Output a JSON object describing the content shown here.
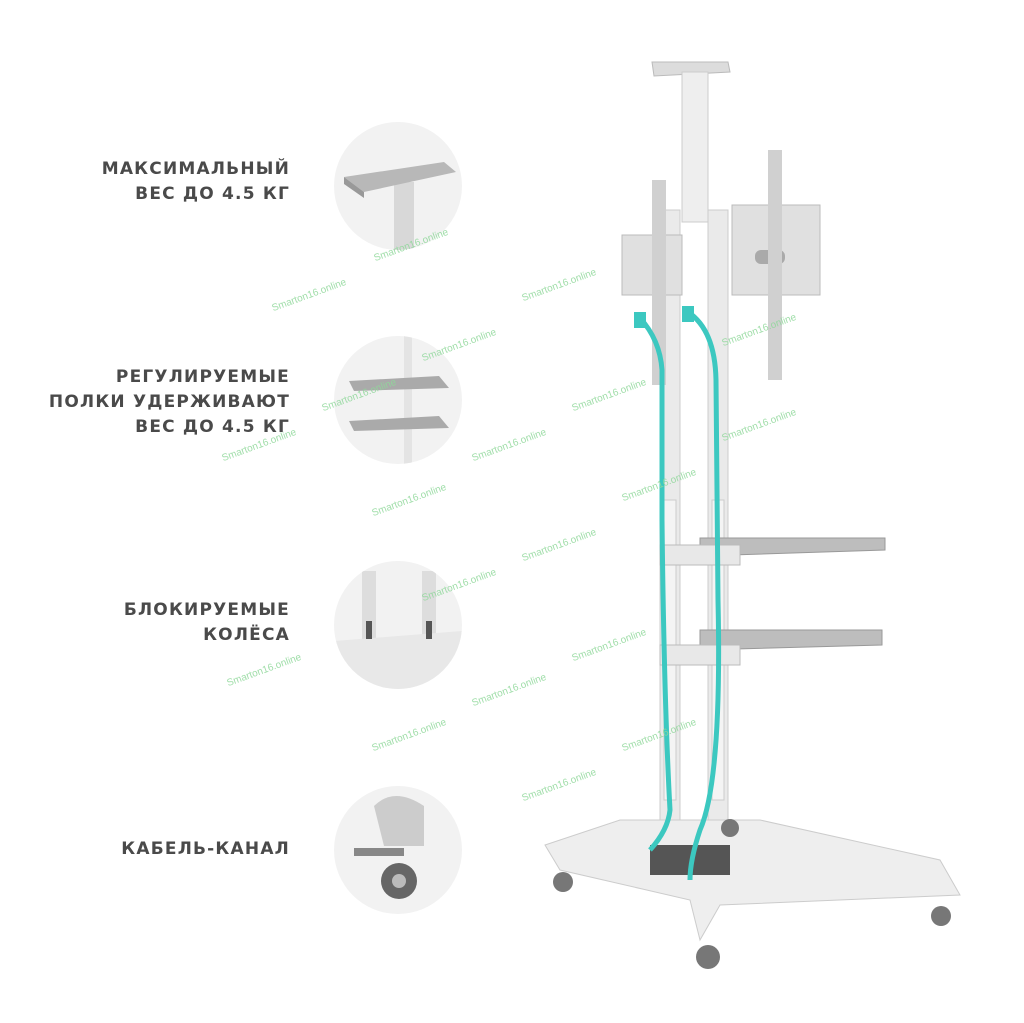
{
  "features": [
    {
      "lines": [
        "МАКСИМАЛЬНЫЙ",
        "ВЕС ДО 4.5 КГ"
      ]
    },
    {
      "lines": [
        "РЕГУЛИРУЕМЫЕ",
        "ПОЛКИ УДЕРЖИВАЮТ",
        "ВЕС ДО 4.5 КГ"
      ]
    },
    {
      "lines": [
        "БЛОКИРУЕМЫЕ",
        "КОЛЁСА"
      ]
    },
    {
      "lines": [
        "КАБЕЛЬ-КАНАЛ"
      ]
    }
  ],
  "watermark": "Smarton16.online",
  "colors": {
    "text": "#4a4a4a",
    "cable": "#3cc8c0",
    "watermark": "#8fd89a"
  }
}
